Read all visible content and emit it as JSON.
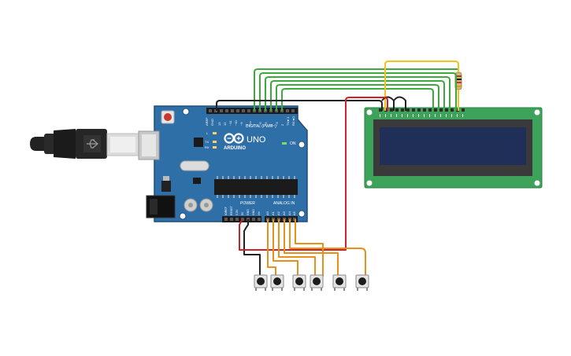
{
  "board": {
    "brand_word": "ARDUINO",
    "model": "UNO",
    "digital_header": "DIGITAL (PWM~)",
    "power_header": "POWER",
    "analog_header": "ANALOG IN",
    "on_label": "ON",
    "l_label": "L",
    "tx_label": "TX",
    "rx_label": "RX",
    "aref_label": "AREF",
    "gnd_label": "GND",
    "digital_pins": [
      "13",
      "12",
      "~11",
      "~10",
      "~9",
      "8",
      "7",
      "~6",
      "~5",
      "4",
      "~3",
      "2",
      "TX►1",
      "RX◄0"
    ],
    "power_pins": [
      "IOREF",
      "RESET",
      "3.3V",
      "5V",
      "GND",
      "GND",
      "Vin"
    ],
    "analog_pins": [
      "A0",
      "A1",
      "A2",
      "A3",
      "A4",
      "A5"
    ]
  },
  "components": {
    "usb_cable": "usb-cable",
    "lcd": "lcd-16x2",
    "resistor": "resistor",
    "buttons": [
      "pushbutton-1",
      "pushbutton-2",
      "pushbutton-3",
      "pushbutton-4",
      "pushbutton-5",
      "pushbutton-6"
    ]
  },
  "colors": {
    "board": "#2f6fa8",
    "board_edge": "#1f4f7a",
    "lcd_pcb": "#3da35a",
    "lcd_screen": "#1f2f57",
    "wire_green": "#3daa3d",
    "wire_yellow": "#f0c419",
    "wire_red": "#d0202a",
    "wire_black": "#222222",
    "wire_orange": "#e8901a"
  }
}
